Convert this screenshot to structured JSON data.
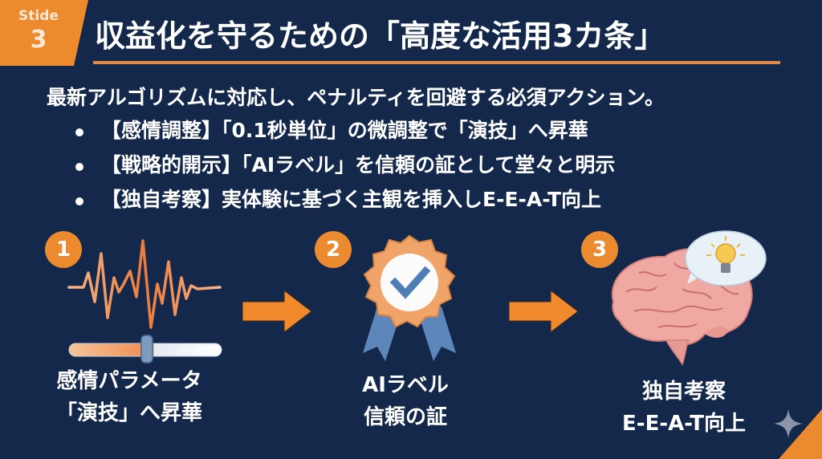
{
  "slide_tag": {
    "label": "Stide",
    "number": "3"
  },
  "title": "収益化を守るための「高度な活用3カ条」",
  "subtitle": "最新アルゴリズムに対応し、ペナルティを回避する必須アクション。",
  "bullets": [
    {
      "text": "【感情調整】「0.1秒単位」の微調整で「演技」へ昇華"
    },
    {
      "text": "【戦略的開示】「AIラベル」を信頼の証として堂々と明示"
    },
    {
      "text": "【独自考察】実体験に基づく主観を挿入しE-E-A-T向上"
    }
  ],
  "steps": [
    {
      "number": "1",
      "icon": "waveform-slider-icon",
      "line1": "感情パラメータ",
      "line2": "「演技」へ昇華"
    },
    {
      "number": "2",
      "icon": "award-ribbon-check-icon",
      "line1": "AIラベル",
      "line2": "信頼の証"
    },
    {
      "number": "3",
      "icon": "brain-lightbulb-icon",
      "line1": "独自考察",
      "line2": "E-E-A-T向上"
    }
  ],
  "colors": {
    "background": "#14284b",
    "accent": "#ec8a30",
    "text": "#ffffff"
  }
}
